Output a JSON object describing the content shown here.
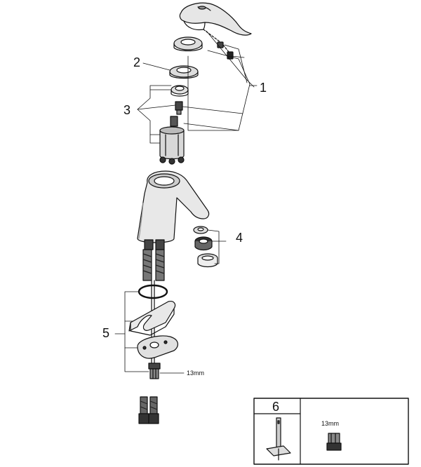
{
  "diagram": {
    "callouts": {
      "c1": "1",
      "c2": "2",
      "c3": "3",
      "c4": "4",
      "c5": "5"
    },
    "labels": {
      "nut_size_main": "13mm"
    },
    "tool_inset": {
      "number": "6",
      "nut_size": "13mm"
    }
  }
}
